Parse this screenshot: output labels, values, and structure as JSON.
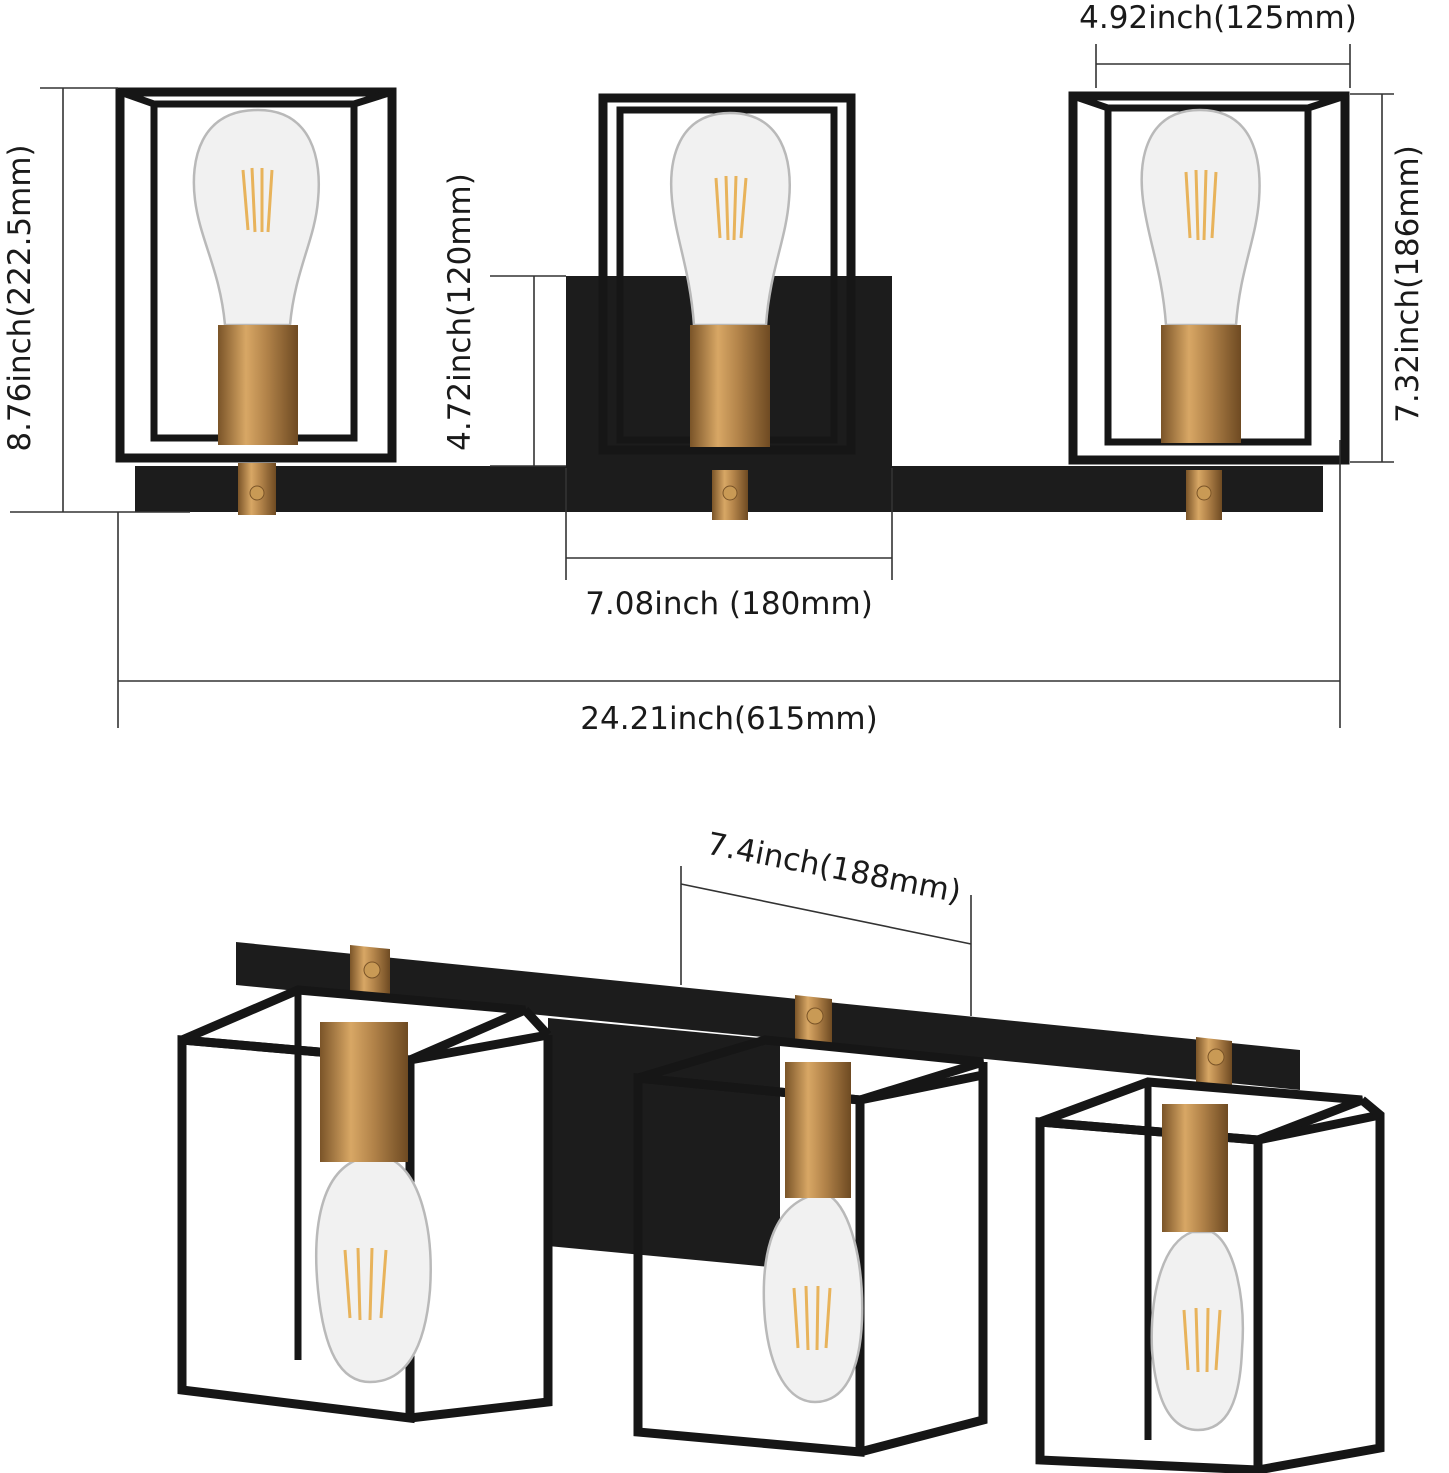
{
  "dimensions": {
    "cage_width": "4.92inch(125mm)",
    "total_height": "8.76inch(222.5mm)",
    "backplate_height": "4.72inch(120mm)",
    "cage_height": "7.32inch(186mm)",
    "backplate_width": "7.08inch (180mm)",
    "total_width": "24.21inch(615mm)",
    "extension": "7.4inch(188mm)"
  },
  "colors": {
    "metal_black": "#1c1c1c",
    "brass": "#b3844a",
    "glass": "#f1f1f1",
    "filament": "#e8b35b"
  }
}
